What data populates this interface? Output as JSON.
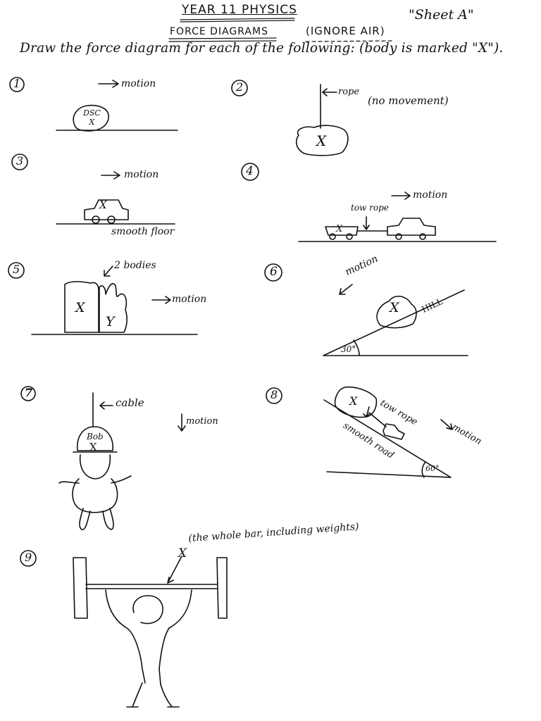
{
  "header": {
    "title": "YEAR 11 PHYSICS",
    "subtitle": "FORCE DIAGRAMS",
    "note": "(IGNORE AIR)",
    "sheet_label": "\"Sheet A\"",
    "instruction": "Draw the force diagram for each of the following: (body is marked \"X\")."
  },
  "problems": [
    {
      "number": "1",
      "body_label": "DSC\nX",
      "labels": [
        "motion"
      ]
    },
    {
      "number": "2",
      "body_label": "X",
      "labels": [
        "rope",
        "(no movement)"
      ]
    },
    {
      "number": "3",
      "body_label": "X",
      "labels": [
        "motion",
        "smooth floor"
      ]
    },
    {
      "number": "4",
      "body_label": "X",
      "labels": [
        "motion",
        "tow rope"
      ]
    },
    {
      "number": "5",
      "body_label": "X",
      "second_body_label": "Y",
      "labels": [
        "2 bodies",
        "motion"
      ]
    },
    {
      "number": "6",
      "body_label": "X",
      "labels": [
        "motion",
        "HILL",
        "30°"
      ]
    },
    {
      "number": "7",
      "body_label": "X",
      "name_label": "Bob",
      "labels": [
        "cable",
        "motion"
      ]
    },
    {
      "number": "8",
      "body_label": "X",
      "labels": [
        "tow rope",
        "motion",
        "smooth road",
        "60°"
      ]
    },
    {
      "number": "9",
      "body_label": "X",
      "labels": [
        "(the whole bar, including weights)"
      ]
    }
  ]
}
